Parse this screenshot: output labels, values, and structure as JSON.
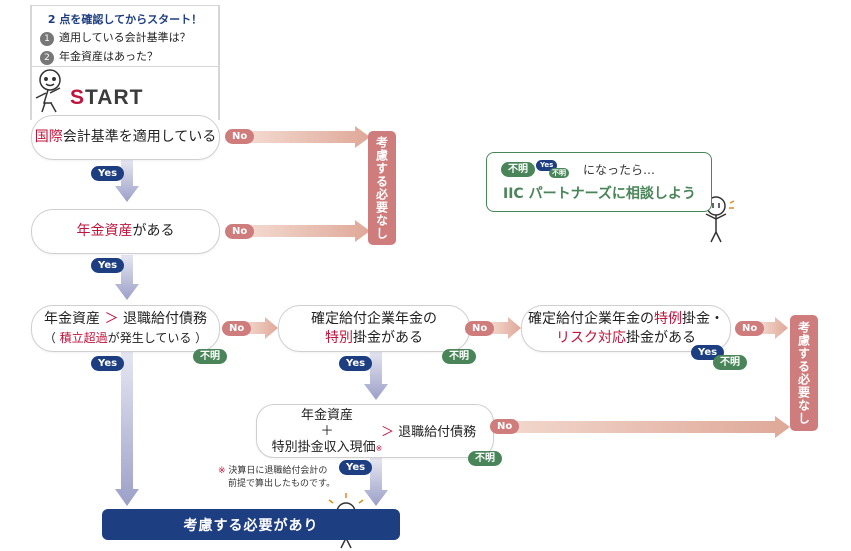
{
  "header": {
    "title": "2 点を確認してからスタート！",
    "items": [
      {
        "num": "1",
        "text": "適用している会計基準は？"
      },
      {
        "num": "2",
        "text": "年金資産はあった？"
      }
    ]
  },
  "start": {
    "first": "S",
    "rest": "TART"
  },
  "q1": {
    "highlight": "国際",
    "text": "会計基準を適用している"
  },
  "q2": {
    "highlight": "年金資産",
    "text": "がある"
  },
  "q3": {
    "line1_a": "年金資産",
    "line1_gt": "＞",
    "line1_b": "退職給付債務",
    "line2_open": "（ ",
    "line2_highlight": "積立超過",
    "line2_rest": "が発生している ）"
  },
  "q4": {
    "line1": "確定給付企業年金の",
    "line2_highlight": "特別",
    "line2_rest": "掛金がある"
  },
  "q5": {
    "line1_a": "確定給付企業年金の",
    "line1_highlight": "特例",
    "line1_b": "掛金・",
    "line2_highlight": "リスク対応",
    "line2_rest": "掛金がある"
  },
  "q6": {
    "line1": "年金資産",
    "line2": "＋",
    "line3": "特別掛金収入現価",
    "mark": "※",
    "gt": "＞",
    "right": "退職給付債務"
  },
  "labels": {
    "yes": "Yes",
    "no": "No",
    "unknown": "不明"
  },
  "outcome_none": "考慮する必要なし",
  "outcome_needed": "考慮する必要があり",
  "consult": {
    "line1": "になったら…",
    "title": "IIC パートナーズに相談しよう"
  },
  "note": {
    "mark": "※",
    "line1": "決算日に退職給付会計の",
    "line2": "前提で算出したものです。"
  },
  "colors": {
    "accent_red": "#c0143c",
    "no": "#cf7c7c",
    "yes": "#1e3e82",
    "unknown": "#4a8559"
  }
}
